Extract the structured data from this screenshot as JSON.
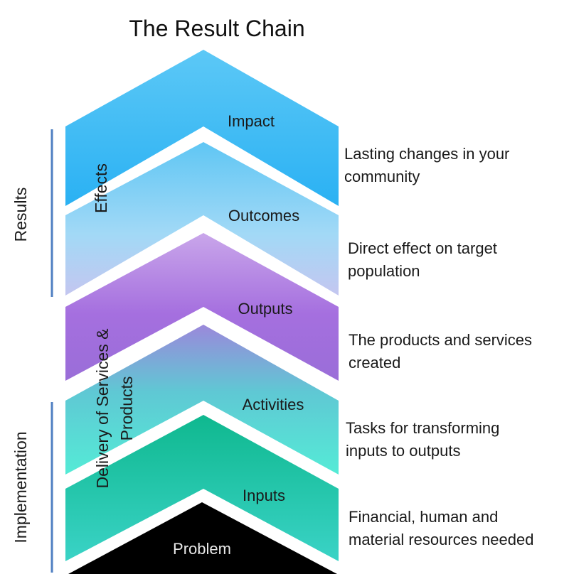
{
  "title": "The Result Chain",
  "side_labels": {
    "results": "Results",
    "implementation": "Implementation",
    "effects": "Effects",
    "delivery_line1": "Delivery of Services &",
    "delivery_line2": "Products"
  },
  "levels": [
    {
      "label": "Impact",
      "desc_line1": "Lasting changes in your",
      "desc_line2": "community"
    },
    {
      "label": "Outcomes",
      "desc_line1": "Direct effect on target",
      "desc_line2": "population"
    },
    {
      "label": "Outputs",
      "desc_line1": "The products and services",
      "desc_line2": "created"
    },
    {
      "label": "Activities",
      "desc_line1": "Tasks for transforming",
      "desc_line2": "inputs to outputs"
    },
    {
      "label": "Inputs",
      "desc_line1": "Financial, human and",
      "desc_line2": "material resources needed"
    },
    {
      "label": "Problem"
    }
  ],
  "colors": {
    "impact": "#3cb9f6",
    "outcomes": "#8fd3f7",
    "outputs": "#a873e0",
    "activities": "#45e6d2",
    "inputs": "#17c49e",
    "problem": "#000000",
    "bracket": "#4f7fc2"
  }
}
